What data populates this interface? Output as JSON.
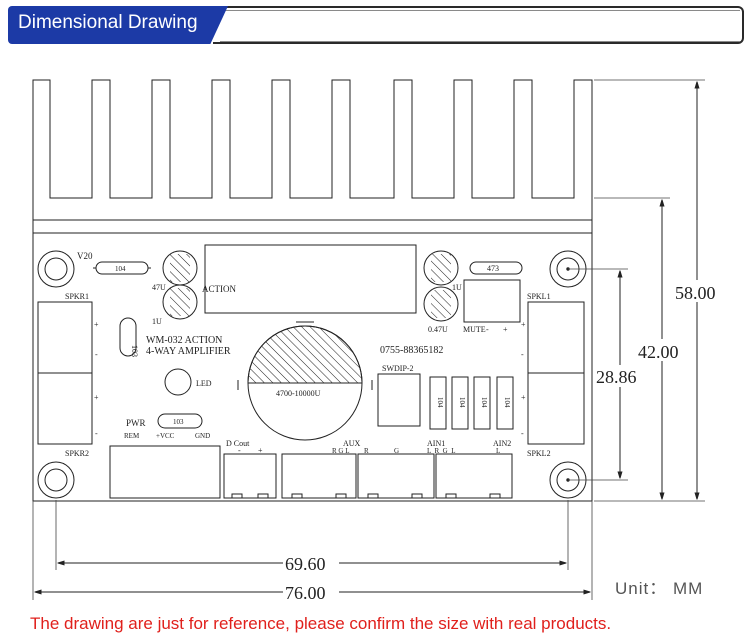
{
  "header": {
    "title": "Dimensional Drawing"
  },
  "board": {
    "labels": {
      "v20": "V20",
      "r104": "104",
      "c47u": "47U",
      "c1u_left": "1U",
      "action": "ACTION",
      "c1u_right": "1U",
      "c047u": "0.47U",
      "r473": "473",
      "mute": "MUTE",
      "plus": "+",
      "minus": "-",
      "spkr1": "SPKR1",
      "spkr2": "SPKR2",
      "spkl1": "SPKL1",
      "spkl2": "SPKL2",
      "c103_left": "103",
      "model": "WM-032 ACTION",
      "subtitle": "4-WAY AMPLIFIER",
      "cap_big": "4700-10000U",
      "phone": "0755-88365182",
      "led": "LED",
      "swdip": "SWDIP-2",
      "r104_chips": [
        "104",
        "104",
        "104",
        "104"
      ],
      "pwr": "PWR",
      "c103_bottom": "103",
      "rem": "REM",
      "vcc": "+VCC",
      "gnd": "GND",
      "dcout": "D Cout",
      "aux": "AUX",
      "rgl": "R G L",
      "r": "R",
      "g": "G",
      "ain1": "AIN1",
      "ain2": "AIN2",
      "lrgl": "L  R  G  L",
      "ain2_l": "L"
    }
  },
  "dimensions": {
    "height_total": "58.00",
    "height_board": "42.00",
    "hole_spacing_vertical": "28.86",
    "hole_spacing_horizontal": "69.60",
    "width_total": "76.00"
  },
  "unit_label": "Unit： MM",
  "footer_note": "The drawing are just for reference, please confirm the size with real products."
}
